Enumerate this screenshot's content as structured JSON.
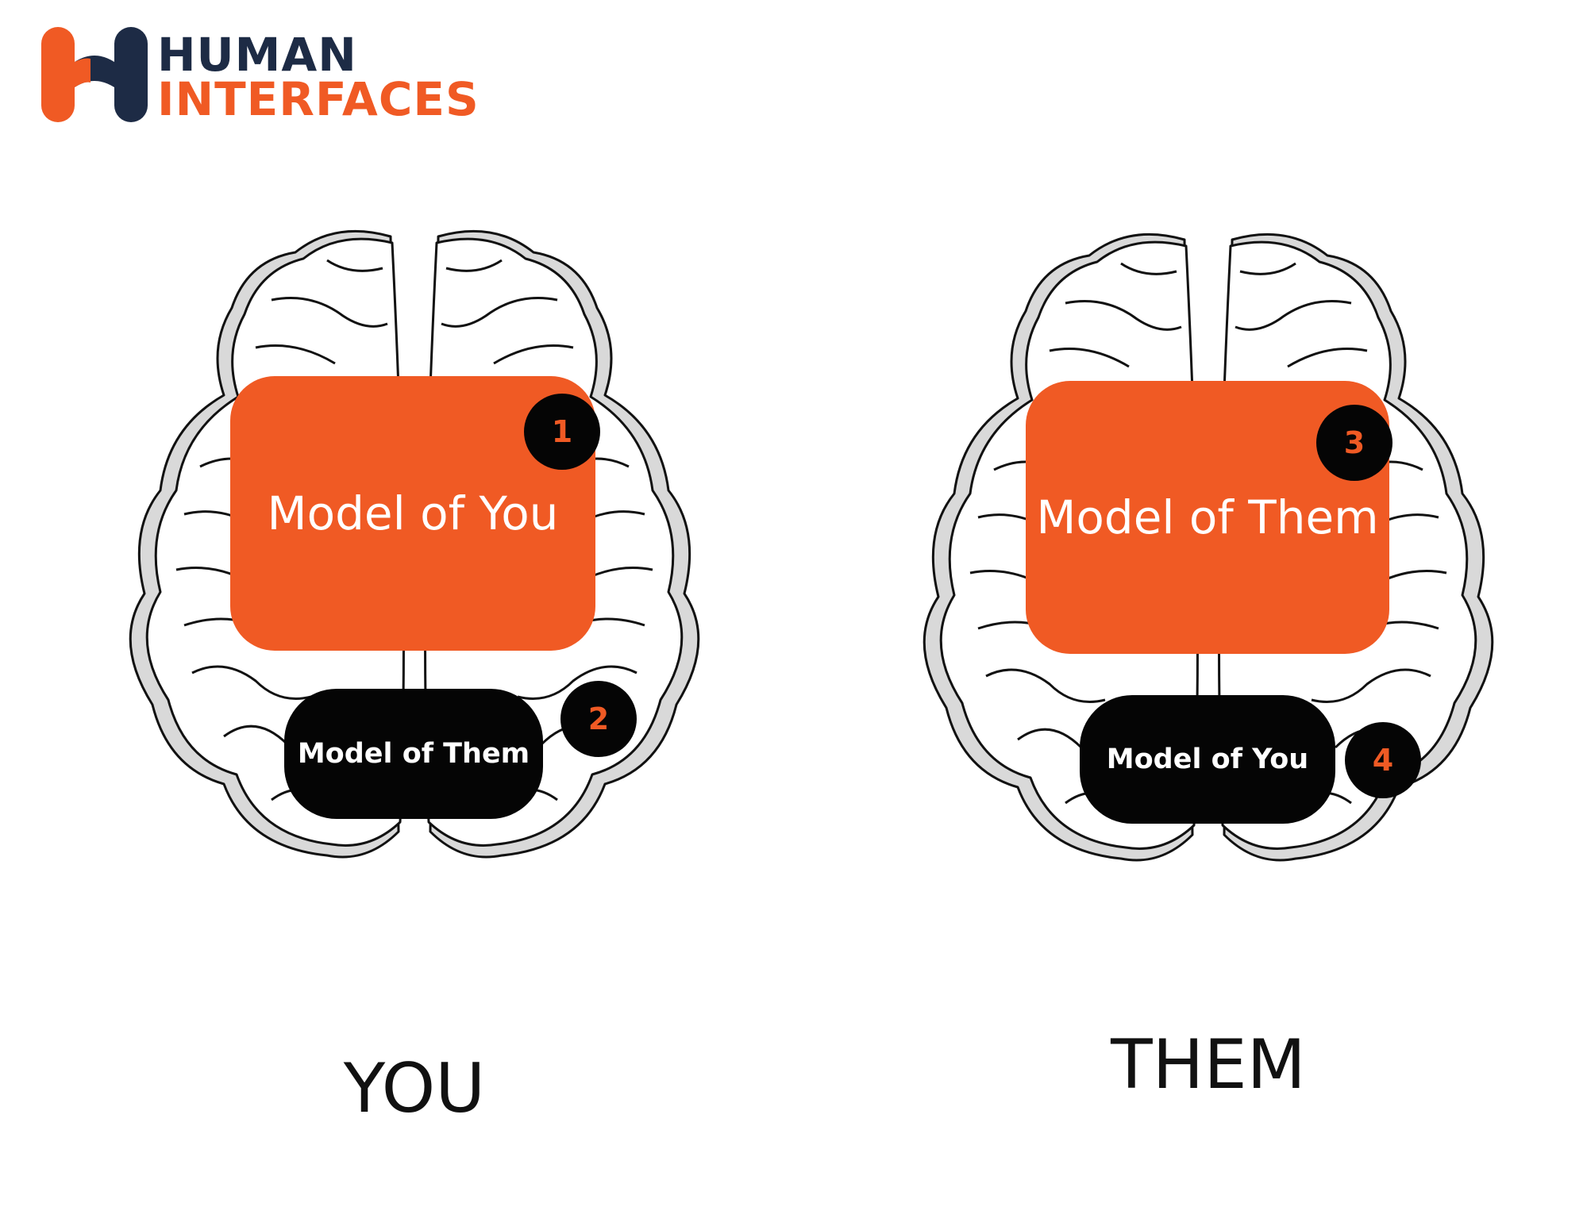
{
  "logo": {
    "line1": "HUMAN",
    "line2": "INTERFACES",
    "colors": {
      "navy": "#1d2b45",
      "orange": "#f05a24"
    }
  },
  "panels": [
    {
      "main_box": {
        "label": "Model of You",
        "badge": "1"
      },
      "secondary_box": {
        "label": "Model of Them",
        "badge": "2"
      },
      "caption": "YOU"
    },
    {
      "main_box": {
        "label": "Model of Them",
        "badge": "3"
      },
      "secondary_box": {
        "label": "Model of You",
        "badge": "4"
      },
      "caption": "THEM"
    }
  ],
  "colors": {
    "accent": "#f05a24",
    "dark": "#050505",
    "brain_fill": "#ffffff",
    "brain_shade": "#d9d9d9",
    "brain_stroke": "#111111"
  }
}
